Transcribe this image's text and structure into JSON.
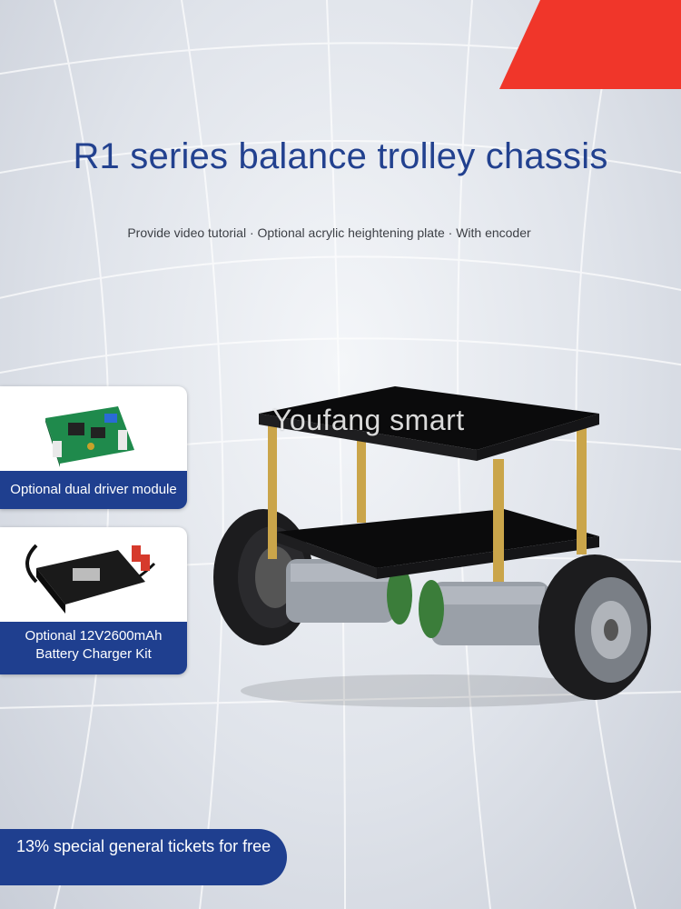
{
  "title": "R1 series balance trolley chassis",
  "subtitle": "Provide video tutorial · Optional acrylic heightening plate · With encoder",
  "watermark": "Youfang smart",
  "cards": [
    {
      "caption": "Optional dual driver module"
    },
    {
      "caption_line1": "Optional 12V2600mAh",
      "caption_line2": "Battery Charger Kit"
    }
  ],
  "promo": "13% special general tickets for free",
  "colors": {
    "accent_blue": "#1f3f8f",
    "title_blue": "#22418f",
    "corner_red": "#f0362a"
  }
}
